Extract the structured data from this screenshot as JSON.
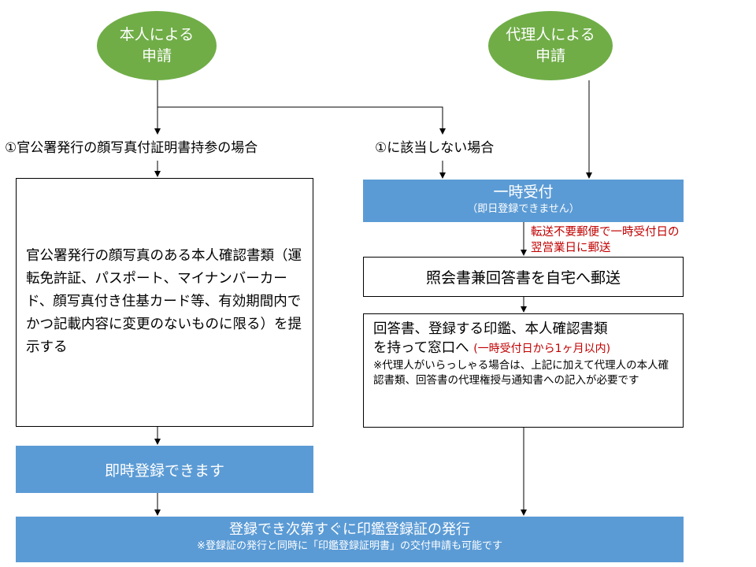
{
  "applicant_self": {
    "line1": "本人による",
    "line2": "申請"
  },
  "applicant_agent": {
    "line1": "代理人による",
    "line2": "申請"
  },
  "branch_left_label": "①官公署発行の顔写真付証明書持参の場合",
  "branch_right_label": "①に該当しない場合",
  "left_box_text": "官公署発行の顔写真のある本人確認書類（運転免許証、パスポート、マイナンバーカード、顔写真付き住基カード等、有効期間内でかつ記載内容に変更のないものに限る）を提示する",
  "temp_reception": {
    "title": "一時受付",
    "subtitle": "（即日登録できません）"
  },
  "mail_note": {
    "line1": "転送不要郵便で一時受付日の",
    "line2": "翌営業日に郵送"
  },
  "inquiry_box": "照会書兼回答書を自宅へ郵送",
  "window_box": {
    "main_line1": "回答書、登録する印鑑、本人確認書類",
    "main_line2": "を持って窓口へ",
    "deadline": "(一時受付日から1ヶ月以内)",
    "note": "※代理人がいらっしゃる場合は、上記に加えて代理人の本人確認書類、回答書の代理権授与通知書への記入が必要です"
  },
  "immediate_box": "即時登録できます",
  "final_box": {
    "title": "登録でき次第すぐに印鑑登録証の発行",
    "note": "※登録証の発行と同時に「印鑑登録証明書」の交付申請も可能です"
  },
  "colors": {
    "green": "#70ad47",
    "blue": "#5b9bd5",
    "red": "#c00000"
  }
}
